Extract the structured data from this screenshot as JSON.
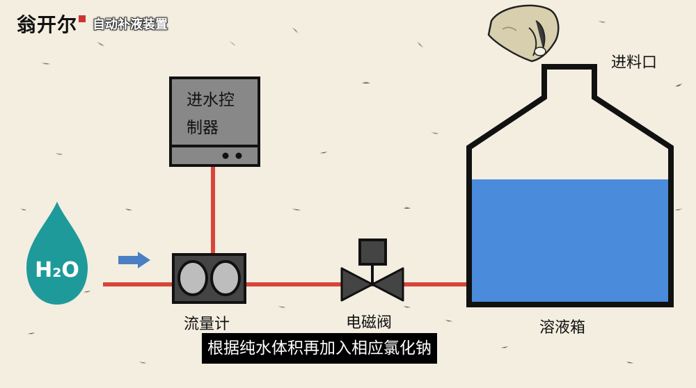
{
  "brand": {
    "logo": "翁开尔",
    "title": "自动补液装置"
  },
  "labels": {
    "controller_line1": "进水控",
    "controller_line2": "制器",
    "flowmeter": "流量计",
    "valve": "电磁阀",
    "tank": "溶液箱",
    "inlet": "进料口",
    "water_drop": "H₂O"
  },
  "subtitle": "根据纯水体积再加入相应氯化钠",
  "colors": {
    "pipe": "#d9443a",
    "water": "#4a8bdc",
    "drop": "#1f9a9a",
    "arrow": "#4a7fc4",
    "device": "#888888",
    "outline": "#111111"
  }
}
